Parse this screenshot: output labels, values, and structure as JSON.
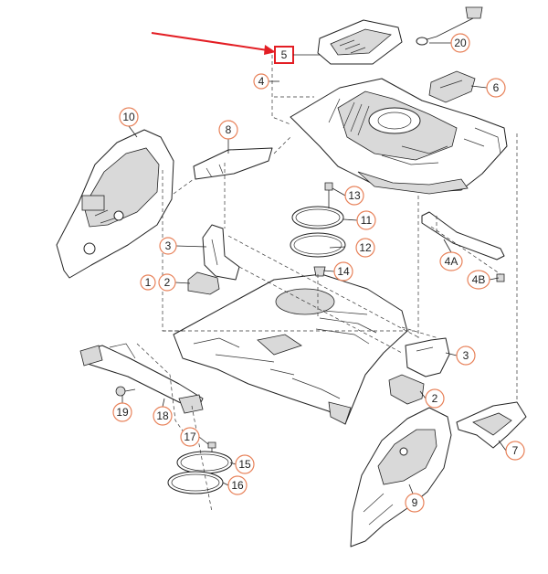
{
  "diagram": {
    "highlight_color": "#e31e24",
    "callout_color": "#e8825a",
    "line_color": "#222222",
    "part_fill": "#d9d9d9",
    "callouts": {
      "c1": "1",
      "c2a": "2",
      "c2b": "2",
      "c3a": "3",
      "c3b": "3",
      "c4": "4",
      "c4a": "4A",
      "c4b": "4B",
      "c5": "5",
      "c6": "6",
      "c7": "7",
      "c8": "8",
      "c9": "9",
      "c10": "10",
      "c11": "11",
      "c12": "12",
      "c13": "13",
      "c14": "14",
      "c15": "15",
      "c16": "16",
      "c17": "17",
      "c18": "18",
      "c19": "19",
      "c20": "20"
    }
  }
}
